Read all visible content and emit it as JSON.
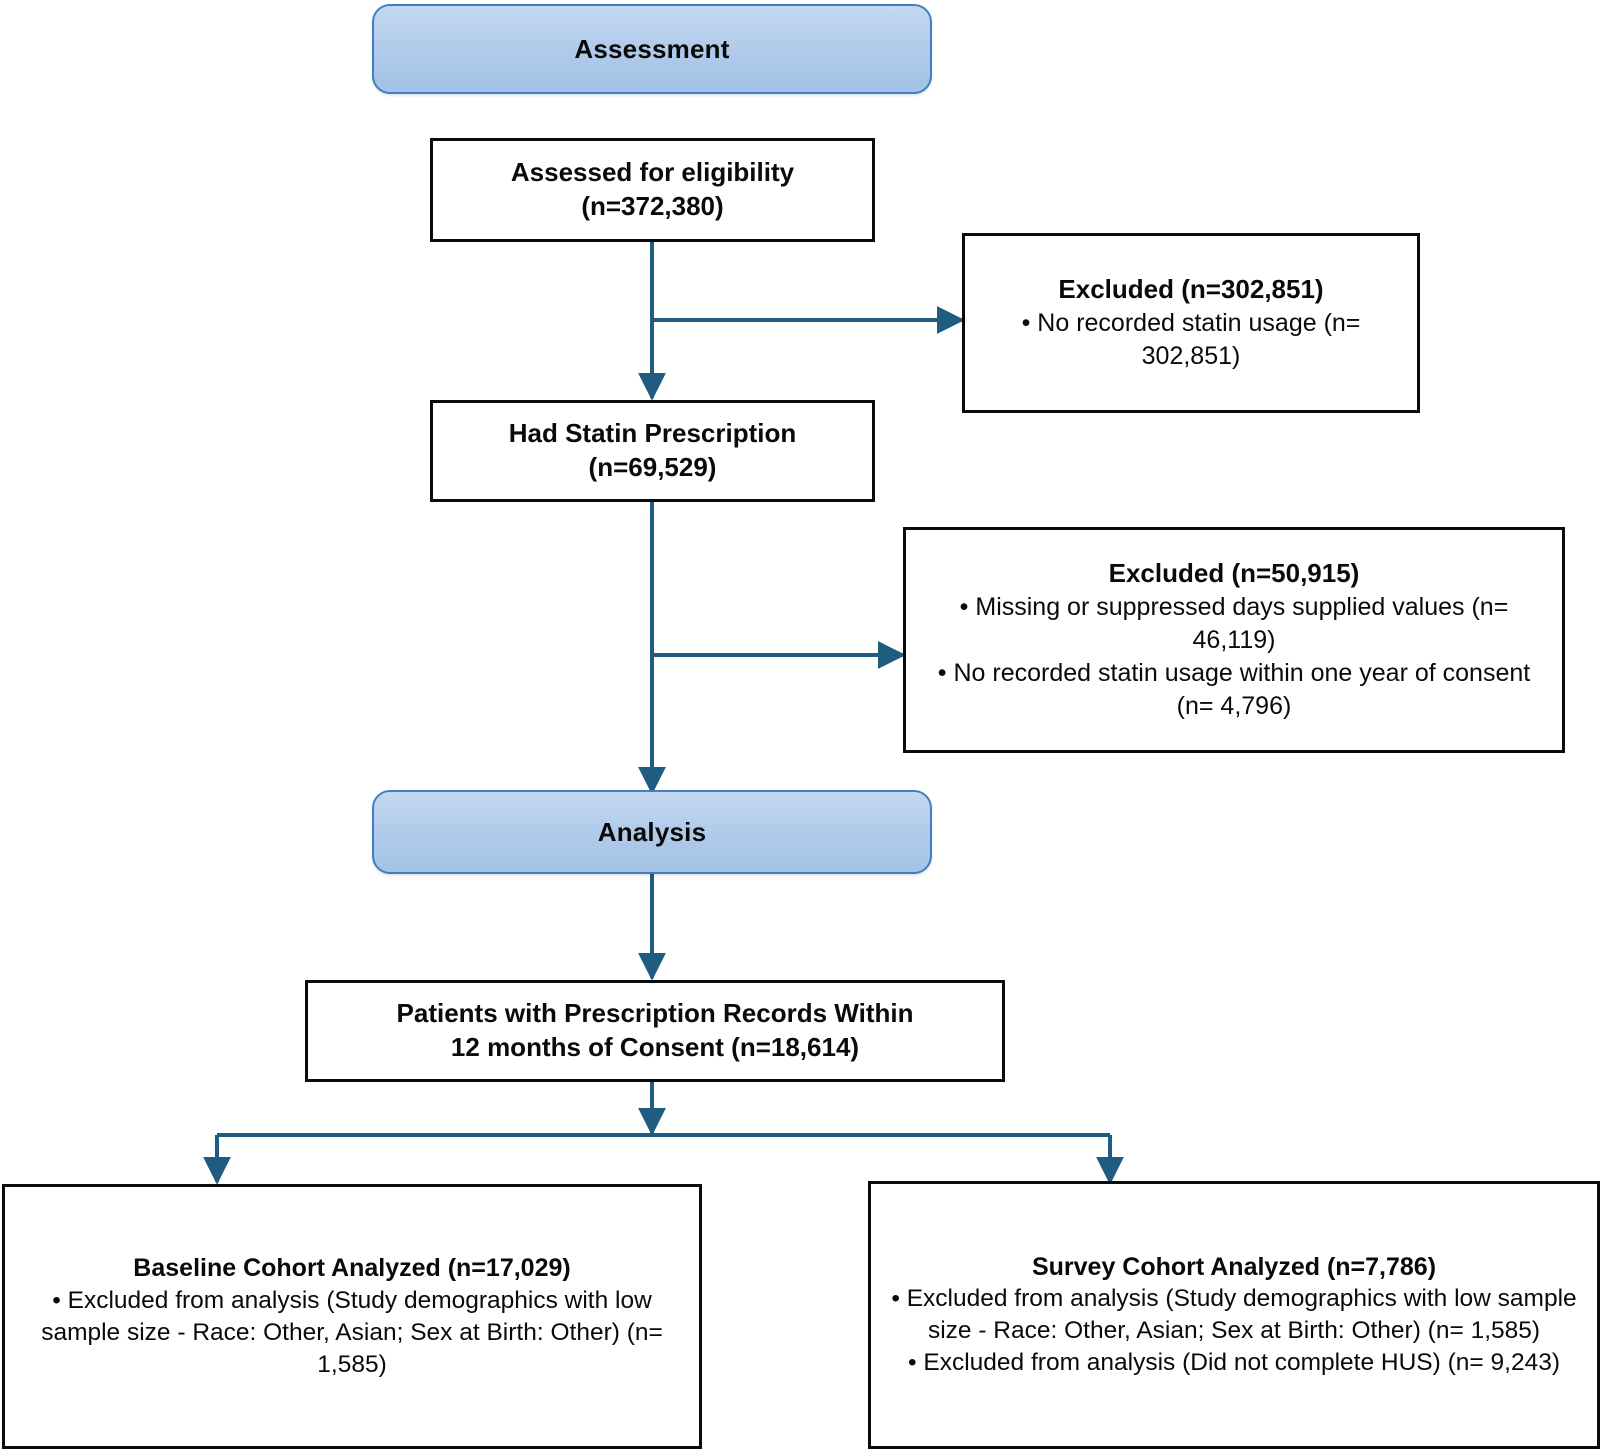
{
  "figure": {
    "type": "flowchart",
    "orientation": "top-to-bottom",
    "accent_blue": "#a9c7e8",
    "accent_border": "#3f7fc1",
    "connector_color": "#1f5c80",
    "box_border": "#0b0b0b",
    "background": "#ffffff"
  },
  "stages": {
    "assessment": {
      "label": "Assessment"
    },
    "analysis": {
      "label": "Analysis"
    }
  },
  "nodes": {
    "assessed": {
      "line1": "Assessed for eligibility",
      "line2": "(n=372,380)"
    },
    "excluded_1": {
      "heading": "Excluded (n=302,851)",
      "bullets": [
        "No recorded statin usage (n= 302,851)"
      ]
    },
    "had_statin": {
      "line1": "Had Statin Prescription",
      "line2": "(n=69,529)"
    },
    "excluded_2": {
      "heading": "Excluded (n=50,915)",
      "bullets": [
        "Missing or suppressed days supplied values (n= 46,119)",
        "No recorded statin usage within one year of consent (n= 4,796)"
      ]
    },
    "prescription_records": {
      "line1": "Patients with Prescription Records Within",
      "line2": "12 months of Consent (n=18,614)"
    },
    "baseline_cohort": {
      "heading": "Baseline Cohort Analyzed (n=17,029)",
      "bullets": [
        "Excluded from analysis (Study demographics with low sample size - Race: Other, Asian; Sex at Birth: Other) (n= 1,585)"
      ]
    },
    "survey_cohort": {
      "heading": "Survey Cohort Analyzed (n=7,786)",
      "bullets": [
        "Excluded from analysis (Study demographics with low sample size - Race: Other, Asian; Sex at Birth: Other) (n= 1,585)",
        "Excluded from analysis (Did not complete HUS) (n= 9,243)"
      ]
    }
  }
}
